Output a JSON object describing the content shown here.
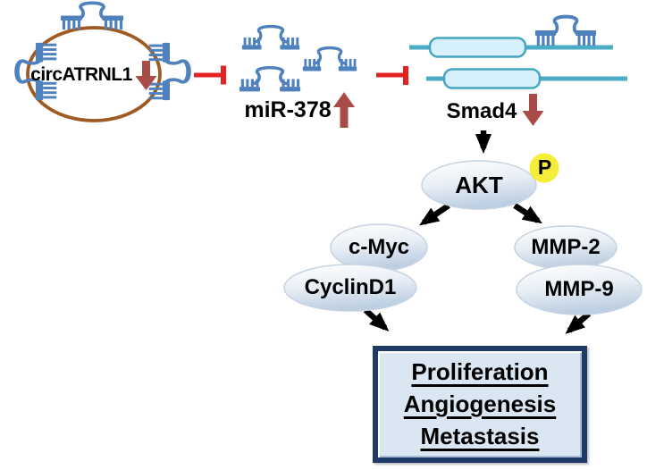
{
  "figure": {
    "nodes": {
      "circ": {
        "label": "circATRNL1",
        "trend": "down"
      },
      "mir": {
        "label": "miR-378",
        "trend": "up"
      },
      "smad4": {
        "label": "Smad4",
        "trend": "down"
      },
      "akt": {
        "label": "AKT",
        "phospho": "P"
      },
      "cmyc": {
        "label": "c-Myc"
      },
      "cyclind1": {
        "label": "CyclinD1"
      },
      "mmp2": {
        "label": "MMP-2"
      },
      "mmp9": {
        "label": "MMP-9"
      }
    },
    "outcomes": [
      "Proliferation",
      "Angiogenesis",
      "Metastasis"
    ],
    "colors": {
      "mirna_blue": "#4f81bd",
      "rna_teal": "#4bacc6",
      "mrna_box_fill": "#d6f1fb",
      "circle_brown": "#9e5a21",
      "inhibit_red": "#e32222",
      "trend_dark_red": "#a94c48",
      "phospho_yellow": "#f6ed39",
      "node_fill_top": "#ffffff",
      "node_fill_bottom": "#bdcfe2",
      "outcome_box_fill": "#dbe6f3",
      "outcome_box_border": "#1e3c67"
    }
  }
}
